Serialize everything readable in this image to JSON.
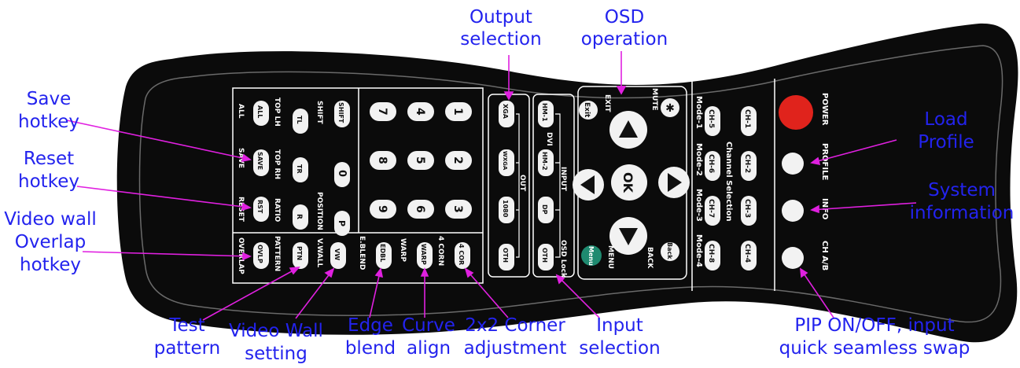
{
  "callouts": {
    "output_selection": [
      "Output",
      "selection"
    ],
    "osd_operation": [
      "OSD",
      "operation"
    ],
    "save_hotkey": [
      "Save",
      "hotkey"
    ],
    "reset_hotkey": [
      "Reset",
      "hotkey"
    ],
    "video_wall_overlap": [
      "Video wall",
      "Overlap",
      "hotkey"
    ],
    "load_profile": [
      "Load",
      "Profile"
    ],
    "system_information": [
      "System",
      "information"
    ],
    "test_pattern": [
      "Test",
      "pattern"
    ],
    "video_wall_setting": [
      "Video Wall",
      "setting"
    ],
    "edge_blend": [
      "Edge",
      "blend"
    ],
    "curve_align": [
      "Curve",
      "align"
    ],
    "corner_adjustment": [
      "2x2 Corner",
      "adjustment"
    ],
    "input_selection": [
      "Input",
      "selection"
    ],
    "pip": [
      "PIP ON/OFF, input",
      "quick seamless swap"
    ]
  },
  "remote": {
    "power_label": "POWER",
    "profile_label": "PROFILE",
    "info_label": "INFO",
    "ch_ab_label": "CH A/B",
    "channel_buttons": [
      "CH-1",
      "CH-2",
      "CH-3",
      "CH-4",
      "CH-5",
      "CH-6",
      "CH-7",
      "CH-8"
    ],
    "channel_selection_label": "Channel Selection",
    "mode_labels": [
      "Mode-1",
      "Mode-2",
      "Mode-3",
      "Mode-4"
    ],
    "mute_label": "MUTE",
    "exit_label": "EXIT",
    "exit_button": "Exit",
    "ok_button": "OK",
    "menu_label": "MENU",
    "menu_button": "Menu",
    "back_label": "BACK",
    "back_button": "Back",
    "input_buttons": [
      "HM-1",
      "HM-2",
      "DP",
      "OTH"
    ],
    "dvi_label": "DVI",
    "input_label": "INPUT",
    "osd_lock_label": "OSD Lock",
    "output_buttons": [
      "XGA",
      "WXGA",
      "1080",
      "OTH"
    ],
    "out_label": "OUT",
    "number_buttons": [
      "1",
      "2",
      "3",
      "4",
      "5",
      "6",
      "7",
      "8",
      "9",
      "0"
    ],
    "corner_button": "4 COR",
    "corner_label": "4 CORN",
    "warp_button": "WARP",
    "warp_label": "WARP",
    "edbl_button": "EDBL",
    "edbl_label": "E.BLEND",
    "shift_button": "SHIFT",
    "shift_label": "SHIFT",
    "p_button": "P",
    "position_label": "POSITION",
    "tl_button": "TL",
    "top_lh_label": "TOP LH",
    "tr_button": "TR",
    "top_rh_label": "TOP RH",
    "r_button": "R",
    "ratio_label": "RATIO",
    "vw_button": "VW",
    "vwall_label": "V.WALL",
    "ptn_button": "PTN",
    "pattern_label": "PATTERN",
    "all_button": "ALL",
    "all_label": "ALL",
    "save_button": "SAVE",
    "save_label": "SAVE",
    "rst_button": "RST",
    "reset_label": "RESET",
    "ovlp_button": "OVLP",
    "overlap_label": "OVERLAP"
  },
  "colors": {
    "callout_text": "#2323ee",
    "leader_line": "#e020e0",
    "power_button": "#e0231c",
    "menu_button": "#1f8a70",
    "body": "#0b0b0b",
    "button": "#ffffff"
  }
}
